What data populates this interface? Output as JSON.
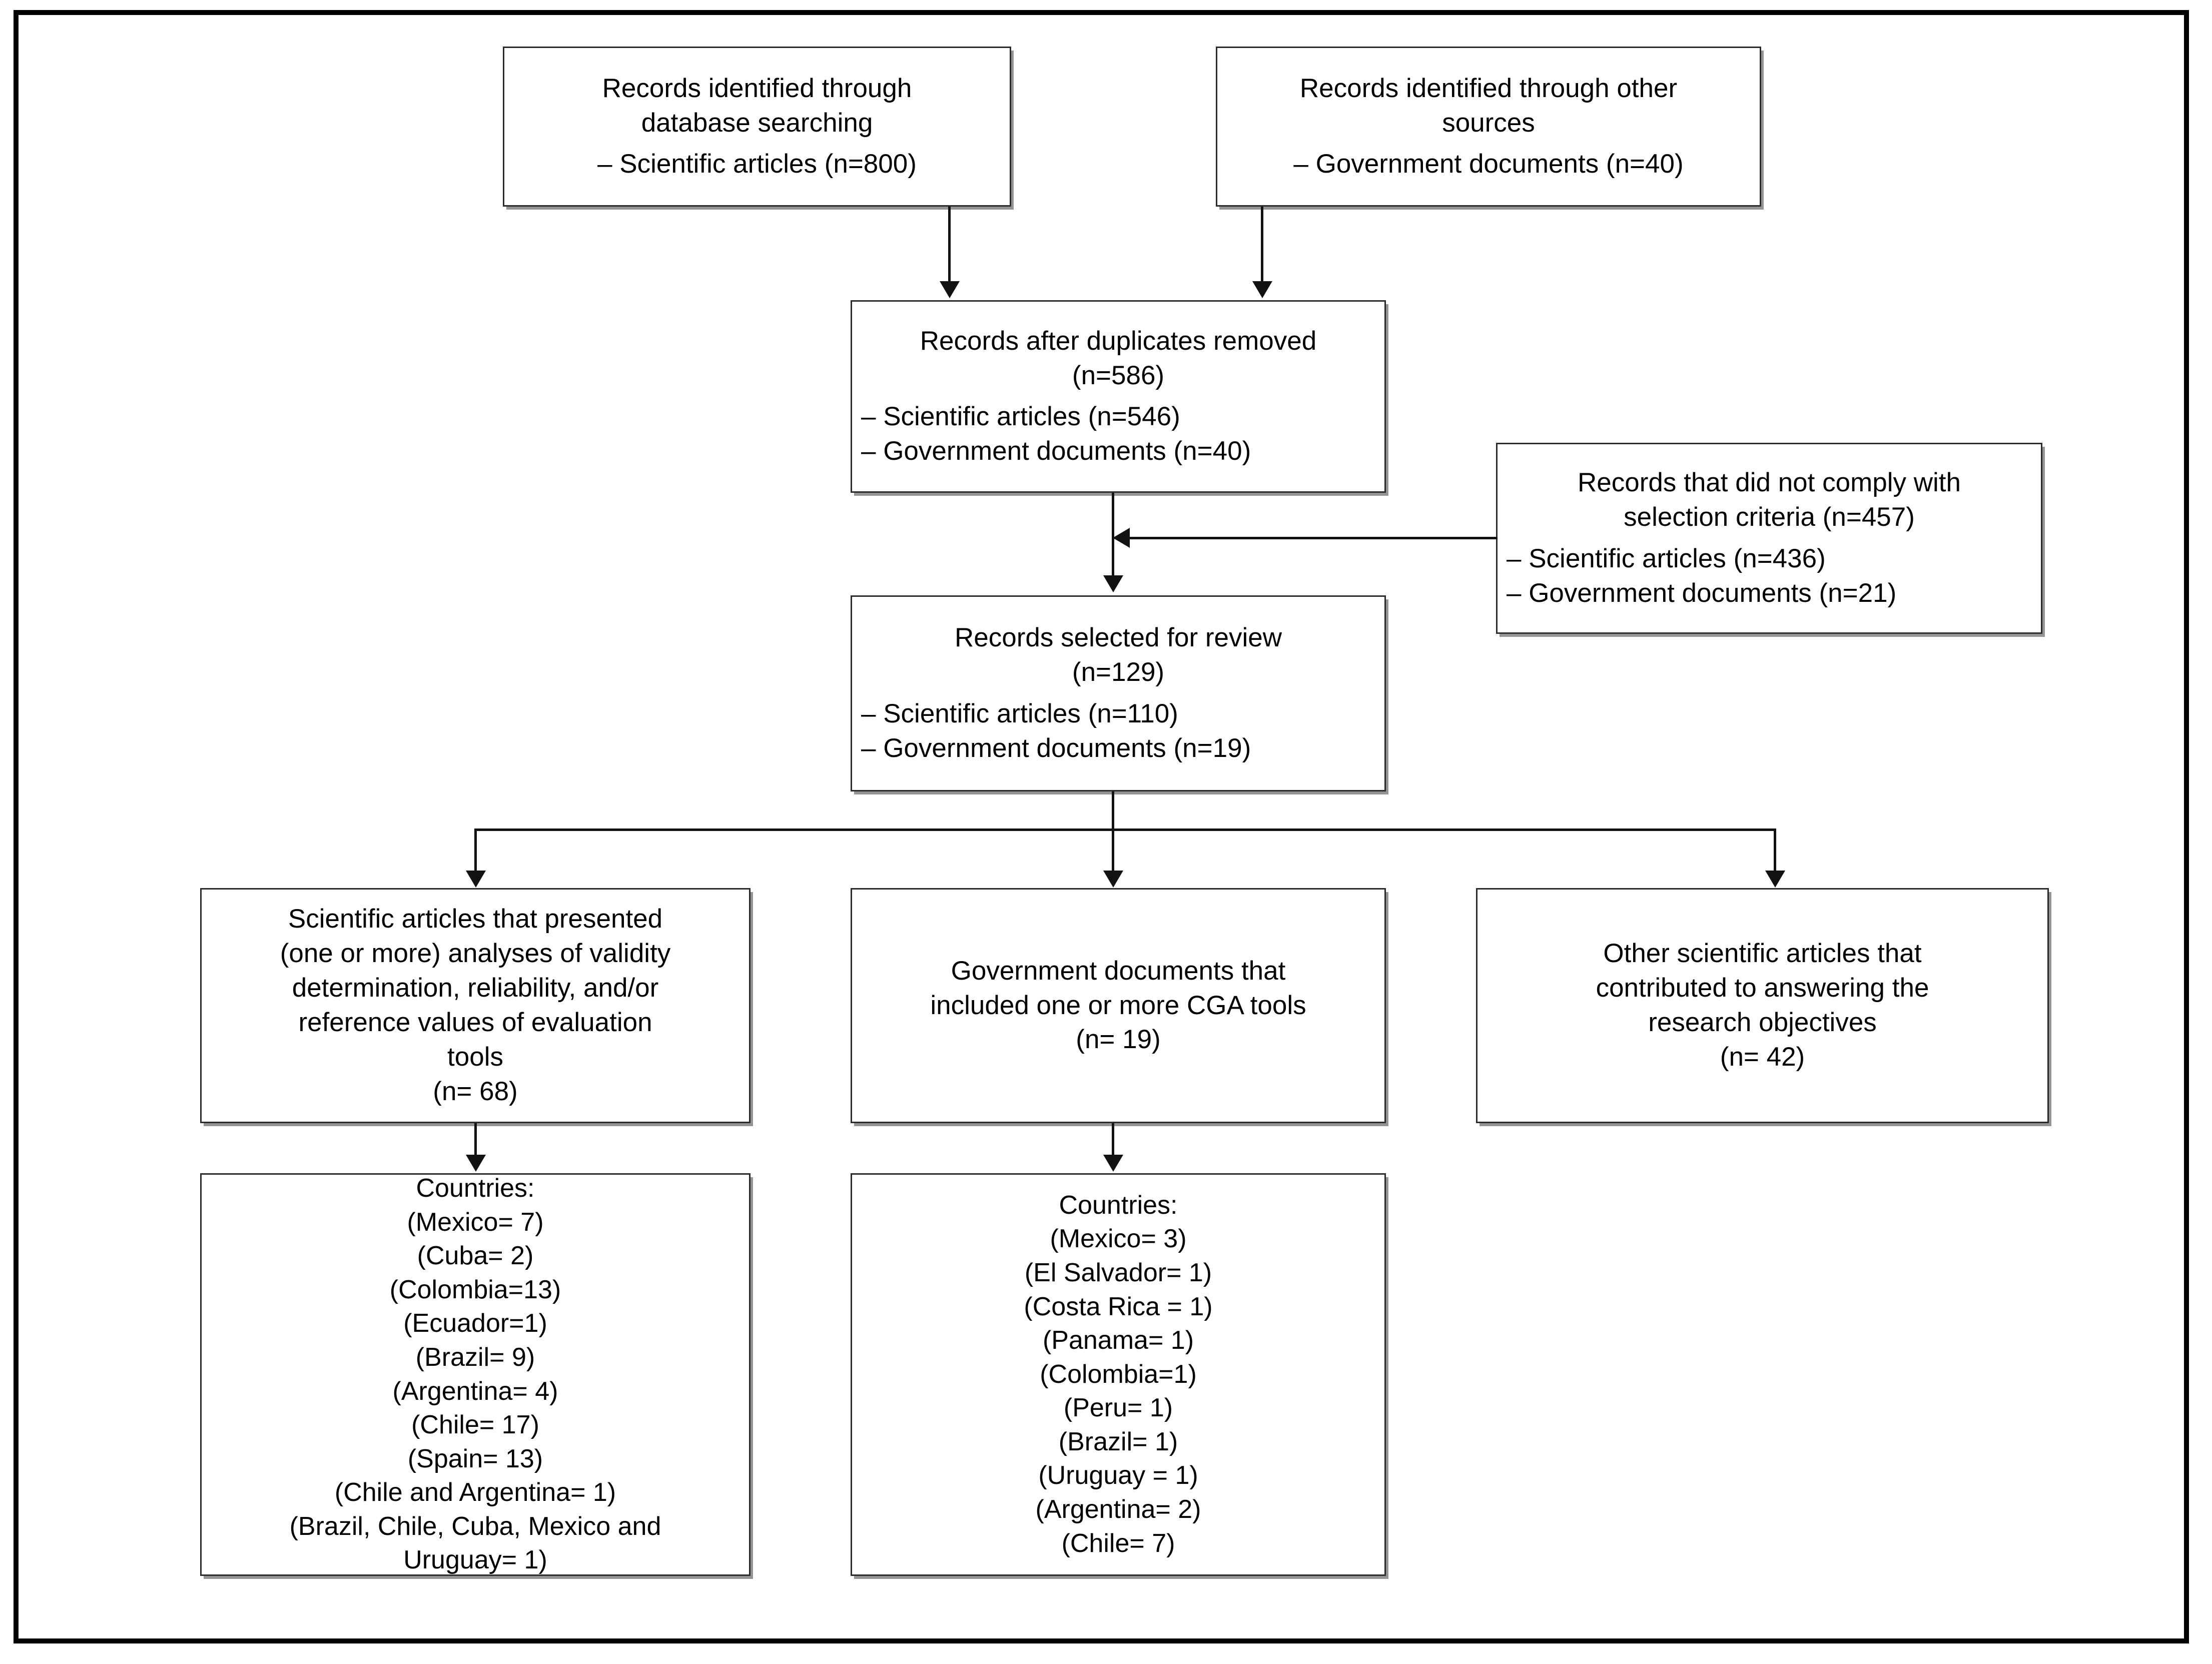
{
  "diagram": {
    "title": "PRISMA study selection flow diagram",
    "type": "prisma-flowchart",
    "colors": {
      "line": "#111111",
      "box_border": "#2c2c2c",
      "frame": "#000000",
      "background": "#ffffff"
    }
  },
  "boxes": {
    "db_search": {
      "title_line1": "Records identified through",
      "title_line2": "database searching",
      "item1": "– Scientific articles (n=800)"
    },
    "other_sources": {
      "title_line1": "Records identified through other",
      "title_line2": "sources",
      "item1": "– Government documents (n=40)"
    },
    "duplicates_removed": {
      "title_line1": "Records after duplicates removed",
      "title_line2": "(n=586)",
      "item1": "– Scientific articles (n=546)",
      "item2": "– Government documents (n=40)"
    },
    "not_comply": {
      "title_line1": "Records that did not comply with",
      "title_line2": "selection criteria (n=457)",
      "item1": "– Scientific articles (n=436)",
      "item2": "– Government documents (n=21)"
    },
    "selected_for_review": {
      "title_line1": "Records selected for review",
      "title_line2": "(n=129)",
      "item1": "– Scientific articles (n=110)",
      "item2": "– Government documents (n=19)"
    },
    "validity_articles": {
      "line1": "Scientific articles that presented",
      "line2": "(one or more) analyses of validity",
      "line3": "determination, reliability, and/or",
      "line4": "reference values of evaluation",
      "line5": "tools",
      "line6": "(n= 68)"
    },
    "gov_cga_tools": {
      "line1": "Government documents that",
      "line2": "included one or more CGA tools",
      "line3": "(n= 19)"
    },
    "other_articles": {
      "line1": "Other scientific articles that",
      "line2": "contributed to answering the",
      "line3": "research objectives",
      "line4": "(n= 42)"
    },
    "countries_articles": {
      "heading": "Countries:",
      "lines": [
        "(Mexico= 7)",
        "(Cuba= 2)",
        "(Colombia=13)",
        "(Ecuador=1)",
        "(Brazil= 9)",
        "(Argentina= 4)",
        "(Chile= 17)",
        "(Spain= 13)",
        "(Chile and Argentina= 1)",
        "(Brazil, Chile, Cuba, Mexico and",
        "Uruguay= 1)"
      ]
    },
    "countries_documents": {
      "heading": "Countries:",
      "lines": [
        "(Mexico= 3)",
        "(El Salvador= 1)",
        "(Costa Rica = 1)",
        "(Panama= 1)",
        "(Colombia=1)",
        "(Peru= 1)",
        "(Brazil= 1)",
        "(Uruguay = 1)",
        "(Argentina= 2)",
        "(Chile= 7)"
      ]
    }
  },
  "chart_data": {
    "type": "table",
    "title": "PRISMA study selection flow",
    "nodes": [
      {
        "id": "db_search",
        "label": "Records identified through database searching",
        "scientific_articles": 800
      },
      {
        "id": "other_sources",
        "label": "Records identified through other sources",
        "government_documents": 40
      },
      {
        "id": "duplicates_removed",
        "label": "Records after duplicates removed",
        "n": 586,
        "scientific_articles": 546,
        "government_documents": 40
      },
      {
        "id": "not_comply",
        "label": "Records that did not comply with selection criteria",
        "n": 457,
        "scientific_articles": 436,
        "government_documents": 21
      },
      {
        "id": "selected_for_review",
        "label": "Records selected for review",
        "n": 129,
        "scientific_articles": 110,
        "government_documents": 19
      },
      {
        "id": "validity_articles",
        "label": "Scientific articles that presented (one or more) analyses of validity determination, reliability, and/or reference values of evaluation tools",
        "n": 68
      },
      {
        "id": "gov_cga_tools",
        "label": "Government documents that included one or more CGA tools",
        "n": 19
      },
      {
        "id": "other_articles",
        "label": "Other scientific articles that contributed to answering the research objectives",
        "n": 42
      }
    ],
    "countries_scientific_articles": {
      "Mexico": 7,
      "Cuba": 2,
      "Colombia": 13,
      "Ecuador": 1,
      "Brazil": 9,
      "Argentina": 4,
      "Chile": 17,
      "Spain": 13,
      "Chile and Argentina": 1,
      "Brazil, Chile, Cuba, Mexico and Uruguay": 1
    },
    "countries_government_documents": {
      "Mexico": 3,
      "El Salvador": 1,
      "Costa Rica": 1,
      "Panama": 1,
      "Colombia": 1,
      "Peru": 1,
      "Brazil": 1,
      "Uruguay": 1,
      "Argentina": 2,
      "Chile": 7
    },
    "edges": [
      {
        "from": "db_search",
        "to": "duplicates_removed"
      },
      {
        "from": "other_sources",
        "to": "duplicates_removed"
      },
      {
        "from": "duplicates_removed",
        "to": "selected_for_review"
      },
      {
        "from": "not_comply",
        "to": "selected_for_review"
      },
      {
        "from": "selected_for_review",
        "to": "validity_articles"
      },
      {
        "from": "selected_for_review",
        "to": "gov_cga_tools"
      },
      {
        "from": "selected_for_review",
        "to": "other_articles"
      },
      {
        "from": "validity_articles",
        "to": "countries_articles"
      },
      {
        "from": "gov_cga_tools",
        "to": "countries_documents"
      }
    ]
  }
}
